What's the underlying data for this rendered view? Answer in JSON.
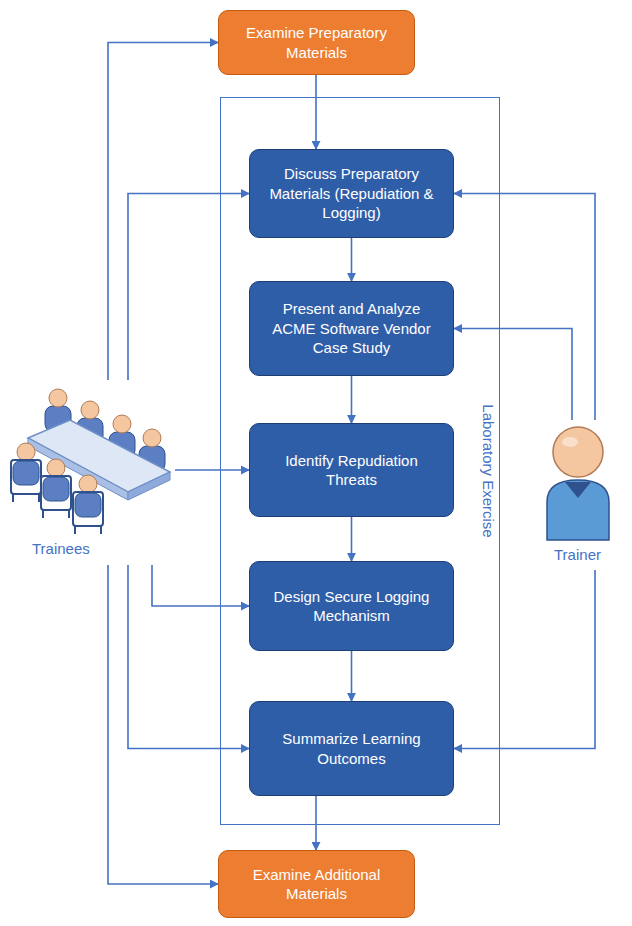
{
  "diagram": {
    "nodes": [
      {
        "text": [
          "Examine Preparatory Materials"
        ]
      },
      {
        "text": [
          "Laboratory Exercise"
        ]
      },
      {
        "text": [
          "Discuss Preparatory Materials (Repudiation & Logging)"
        ],
        "in": 1
      },
      {
        "text": [
          "Present and Analyze ACME Software Vendor Case Study"
        ],
        "in": 1
      },
      {
        "text": [
          "Identify Repudiation Threats"
        ],
        "in": 1
      },
      {
        "text": [
          "Design Secure Logging Mechanism"
        ],
        "in": 1
      },
      {
        "text": [
          "Summarize Learning Outcomes"
        ],
        "in": 1
      },
      {
        "text": [
          "Examine Additional Materials"
        ]
      },
      {
        "text": [
          "Trainees"
        ]
      },
      {
        "text": [
          "Trainer"
        ]
      }
    ],
    "edges": [
      {
        "from": 0,
        "to": 2,
        "arrow": "to"
      },
      {
        "from": 2,
        "to": 3,
        "arrow": "to"
      },
      {
        "from": 3,
        "to": 4,
        "arrow": "to"
      },
      {
        "from": 4,
        "to": 5,
        "arrow": "to"
      },
      {
        "from": 5,
        "to": 6,
        "arrow": "to"
      },
      {
        "from": 6,
        "to": 7,
        "arrow": "to"
      },
      {
        "from": 8,
        "to": 0,
        "arrow": "to"
      },
      {
        "from": 8,
        "to": 2,
        "arrow": "to"
      },
      {
        "from": 8,
        "to": 4,
        "arrow": "to"
      },
      {
        "from": 8,
        "to": 5,
        "arrow": "to"
      },
      {
        "from": 8,
        "to": 6,
        "arrow": "to"
      },
      {
        "from": 8,
        "to": 7,
        "arrow": "to"
      },
      {
        "from": 9,
        "to": 2,
        "arrow": "to"
      },
      {
        "from": 9,
        "to": 3,
        "arrow": "to"
      },
      {
        "from": 9,
        "to": 6,
        "arrow": "to"
      }
    ]
  }
}
